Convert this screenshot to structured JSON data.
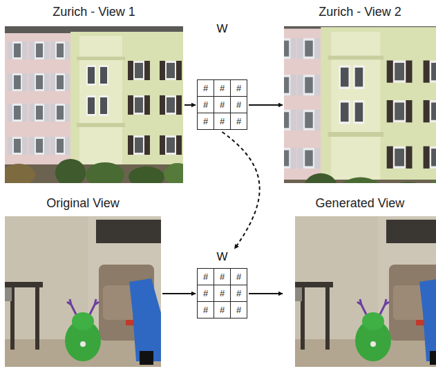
{
  "diagram": {
    "nodes": [
      {
        "text": [
          "Zurich - View 1"
        ]
      },
      {
        "text": [
          "W",
          "#",
          "#",
          "#",
          "#",
          "#",
          "#",
          "#",
          "#",
          "#"
        ]
      },
      {
        "text": [
          "Zurich - View 2"
        ]
      },
      {
        "text": [
          "Original View"
        ]
      },
      {
        "text": [
          "W",
          "#",
          "#",
          "#",
          "#",
          "#",
          "#",
          "#",
          "#",
          "#"
        ]
      },
      {
        "text": [
          "Generated View"
        ]
      }
    ],
    "edges": [
      {
        "from": 0,
        "to": 1,
        "arrow": "to"
      },
      {
        "from": 1,
        "to": 2,
        "arrow": "to"
      },
      {
        "from": 1,
        "to": 4,
        "arrow": "to"
      },
      {
        "from": 3,
        "to": 4,
        "arrow": "to"
      },
      {
        "from": 4,
        "to": 5,
        "arrow": "to"
      }
    ]
  }
}
